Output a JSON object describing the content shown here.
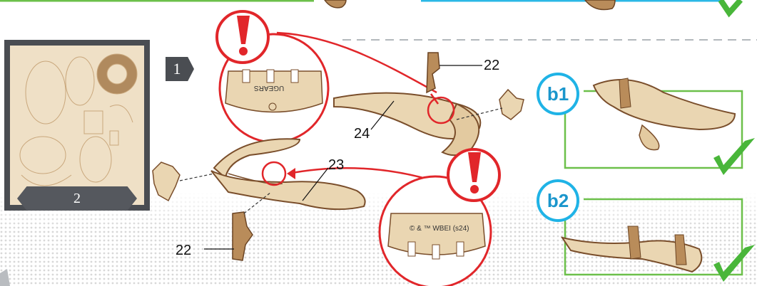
{
  "sheet": {
    "number": "2"
  },
  "step": {
    "number": "1"
  },
  "callouts": {
    "part_22_top": "22",
    "part_24": "24",
    "part_23": "23",
    "part_22_bottom": "22"
  },
  "variants": {
    "b1": "b1",
    "b2": "b2"
  },
  "engravings": {
    "top_part": "UGEARS",
    "bottom_part": "© & ™ WBEI (s24)"
  },
  "colors": {
    "warning_red": "#e1262a",
    "variant_blue": "#1fb3e6",
    "panel_green": "#6cc04a",
    "check_green": "#49b63a",
    "plywood": "#ead6b2",
    "plywood_edge": "#7a4e2b",
    "frame_gray": "#4a4d52"
  },
  "icons": [
    "exclamation-icon",
    "checkmark-icon",
    "step-arrow-icon",
    "gear-icon"
  ]
}
